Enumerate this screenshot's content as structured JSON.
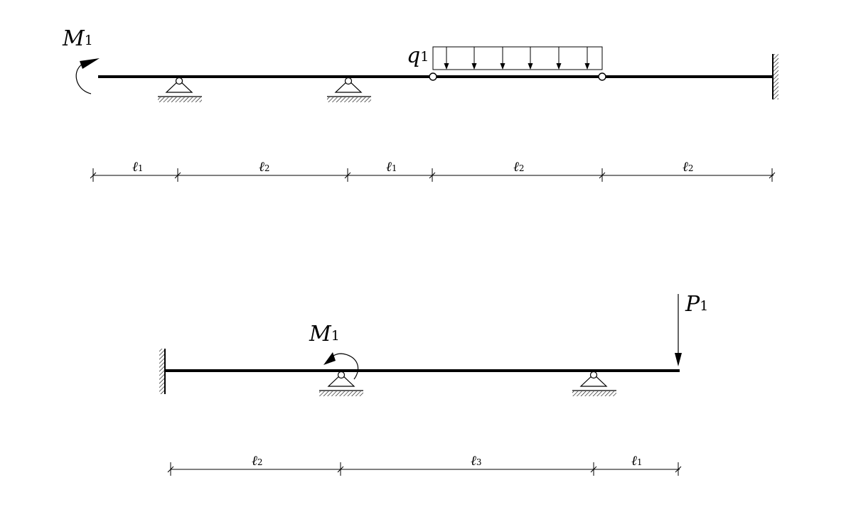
{
  "colors": {
    "ink": "#000000",
    "background": "#ffffff"
  },
  "top_beam": {
    "moment": {
      "symbol": "M",
      "index": "1"
    },
    "load": {
      "symbol": "q",
      "index": "1"
    },
    "dimensions": [
      {
        "symbol": "ℓ",
        "index": "1"
      },
      {
        "symbol": "ℓ",
        "index": "2"
      },
      {
        "symbol": "ℓ",
        "index": "1"
      },
      {
        "symbol": "ℓ",
        "index": "2"
      },
      {
        "symbol": "ℓ",
        "index": "2"
      }
    ]
  },
  "bottom_beam": {
    "moment": {
      "symbol": "M",
      "index": "1"
    },
    "force": {
      "symbol": "P",
      "index": "1"
    },
    "dimensions": [
      {
        "symbol": "ℓ",
        "index": "2"
      },
      {
        "symbol": "ℓ",
        "index": "3"
      },
      {
        "symbol": "ℓ",
        "index": "1"
      }
    ]
  }
}
